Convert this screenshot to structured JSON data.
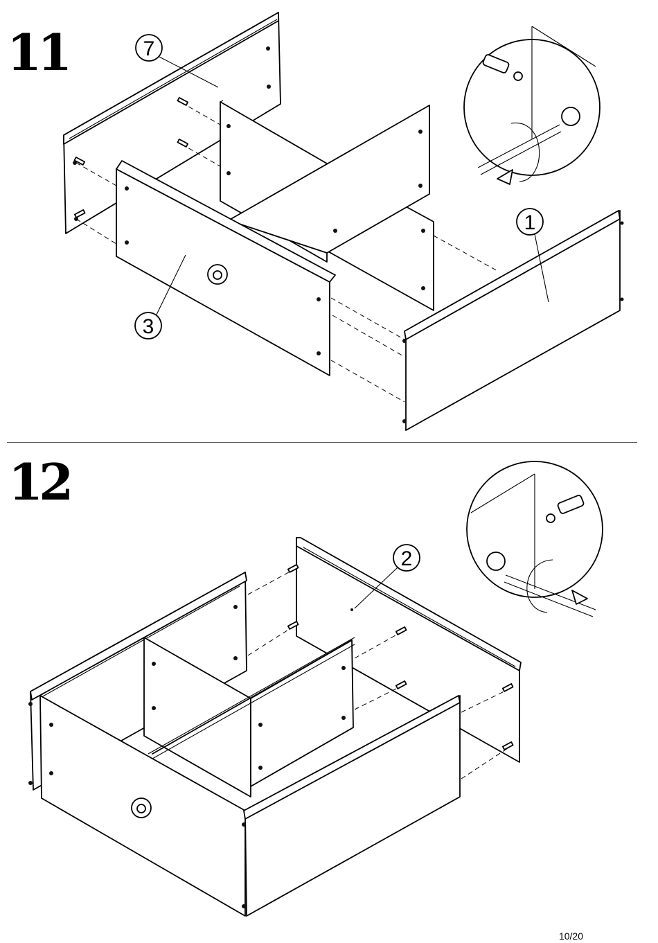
{
  "steps": [
    {
      "number": "11",
      "part_labels": [
        "7",
        "1",
        "3"
      ]
    },
    {
      "number": "12",
      "part_labels": [
        "2"
      ]
    }
  ],
  "footer": {
    "page": "10/20"
  }
}
